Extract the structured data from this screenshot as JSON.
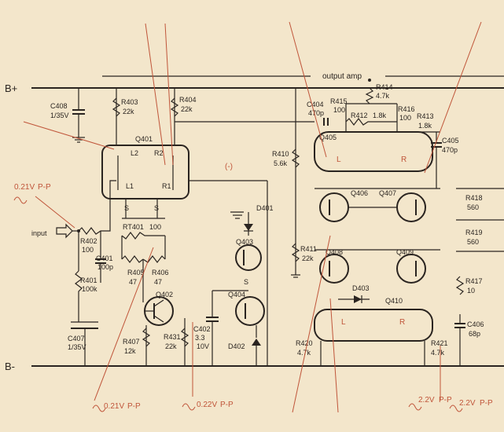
{
  "rails": {
    "positive": "B+",
    "negative": "B-"
  },
  "section_title": "output amp",
  "input_label": "input",
  "signal_levels": {
    "input": "0.21V",
    "input_sub": "P-P",
    "q402_base": "0.21V",
    "q402_sub": "P-P",
    "q404": "0.22V",
    "q404_sub": "P-P",
    "output_a": "2.2V",
    "output_a_sub": "P-P",
    "output_b": "2.2V",
    "output_b_sub": "P-P"
  },
  "minus_sign": "(-)",
  "components": {
    "C408": [
      "C408",
      "1/35V"
    ],
    "R403": [
      "R403",
      "22k"
    ],
    "R404": [
      "R404",
      "22k"
    ],
    "Q401": [
      "Q401"
    ],
    "R402": [
      "R402",
      "100"
    ],
    "R401": [
      "R401",
      "100k"
    ],
    "C401": [
      "C401",
      "100p"
    ],
    "C407": [
      "C407",
      "1/35V"
    ],
    "RT401": [
      "RT401",
      "100"
    ],
    "R405": [
      "R405",
      "47"
    ],
    "R406": [
      "R406",
      "47"
    ],
    "Q402": [
      "Q402"
    ],
    "R407": [
      "R407",
      "12k"
    ],
    "R431": [
      "R431",
      "22k"
    ],
    "C402": [
      "C402",
      "3.3",
      "10V"
    ],
    "D401": [
      "D401"
    ],
    "Q403": [
      "Q403"
    ],
    "Q404": [
      "Q404"
    ],
    "D402": [
      "D402"
    ],
    "C404": [
      "C404",
      "470p"
    ],
    "R415": [
      "R415",
      "100"
    ],
    "R414": [
      "R414",
      "4.7k"
    ],
    "R412": [
      "R412",
      "1.8k"
    ],
    "R416": [
      "R416",
      "100"
    ],
    "R413": [
      "R413",
      "1.8k"
    ],
    "C405": [
      "C405",
      "470p"
    ],
    "R410": [
      "R410",
      "5.6k"
    ],
    "Q405": [
      "Q405"
    ],
    "Q406": [
      "Q406"
    ],
    "Q407": [
      "Q407"
    ],
    "R418": [
      "R418",
      "560"
    ],
    "R419": [
      "R419",
      "560"
    ],
    "R411": [
      "R411",
      "22k"
    ],
    "Q408": [
      "Q408"
    ],
    "Q409": [
      "Q409"
    ],
    "D403": [
      "D403"
    ],
    "Q410": [
      "Q410"
    ],
    "R417": [
      "R417",
      "10"
    ],
    "C406": [
      "C406",
      "68p"
    ],
    "R420": [
      "R420",
      "4.7k"
    ],
    "R421": [
      "R421",
      "4.7k"
    ]
  },
  "pin_labels": {
    "l1": "L1",
    "l2": "L2",
    "r1": "R1",
    "r2": "R2",
    "s": "S",
    "l": "L",
    "r": "R"
  }
}
